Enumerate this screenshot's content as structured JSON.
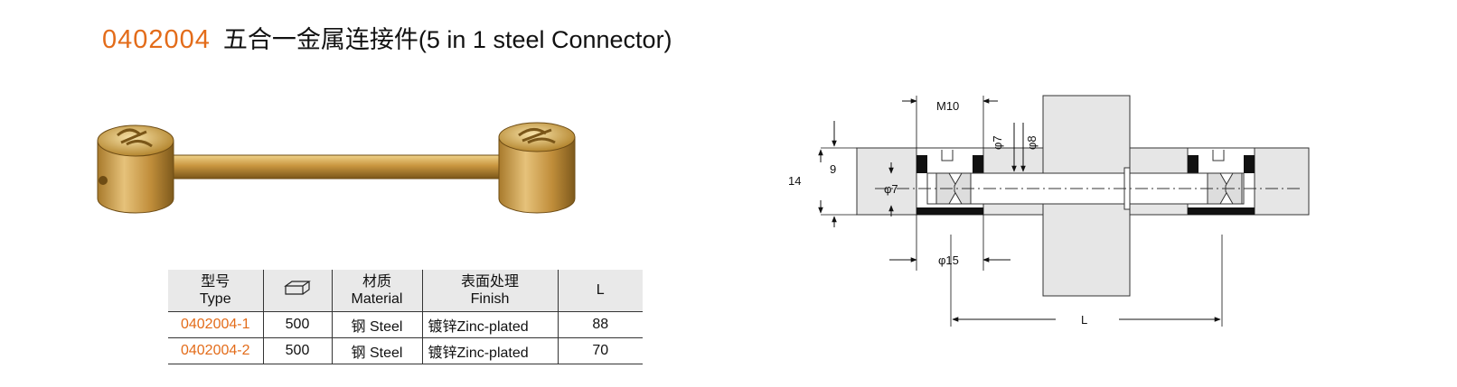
{
  "title": {
    "code": "0402004",
    "name": "五合一金属连接件(5 in 1 steel Connector)"
  },
  "table": {
    "headers": {
      "type_cn": "型号",
      "type_en": "Type",
      "material_cn": "材质",
      "material_en": "Material",
      "finish_cn": "表面处理",
      "finish_en": "Finish",
      "length": "L"
    },
    "qty_icon": "box-icon",
    "rows": [
      {
        "type": "0402004-1",
        "qty": "500",
        "material": "钢 Steel",
        "finish": "镀锌Zinc-plated",
        "length": "88"
      },
      {
        "type": "0402004-2",
        "qty": "500",
        "material": "钢 Steel",
        "finish": "镀锌Zinc-plated",
        "length": "70"
      }
    ]
  },
  "drawing": {
    "labels": {
      "m10": "M10",
      "phi7_top": "φ7",
      "phi8": "φ8",
      "dim14": "14",
      "dim9": "9",
      "phi7_left": "φ7",
      "phi15": "φ15",
      "length": "L"
    }
  },
  "colors": {
    "accent": "#e36c1a",
    "header_bg": "#e9e9e9",
    "board": "#e6e6e6",
    "brass": "#c9a04a"
  }
}
